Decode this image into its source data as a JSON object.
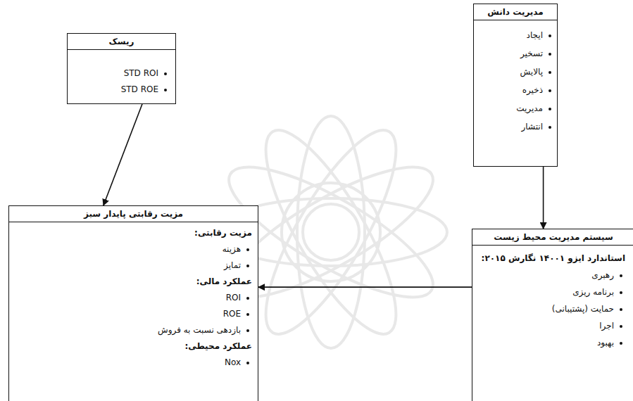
{
  "diagram": {
    "nodes": [
      {
        "text": [
          "مدیریت دانش",
          "ایجاد",
          "تسخیر",
          "پالایش",
          "ذخیره",
          "مدیریت",
          "انتشار"
        ]
      },
      {
        "text": [
          "ریسک",
          "STD ROI",
          "STD ROE"
        ]
      },
      {
        "text": [
          "سیستم مدیریت محیط زیست",
          "استاندارد ایزو ۱۴۰۰۱ نگارش ۲۰۱۵:",
          "رهبری",
          "برنامه ریزی",
          "حمایت (پشتیبانی)",
          "اجرا",
          "بهبود"
        ]
      },
      {
        "text": [
          "مزیت رقابتی پایدار سبز",
          "مزیت رقابتی:",
          "هزینه",
          "تمایز",
          "عملکرد مالی:",
          "ROI",
          "ROE",
          "بازدهی نسبت به فروش",
          "عملکرد محیطی:",
          "Nox"
        ]
      }
    ],
    "edges": [
      {
        "from": 0,
        "to": 2,
        "arrow": "to"
      },
      {
        "from": 1,
        "to": 3,
        "arrow": "to"
      },
      {
        "from": 2,
        "to": 3,
        "arrow": "to"
      }
    ]
  }
}
